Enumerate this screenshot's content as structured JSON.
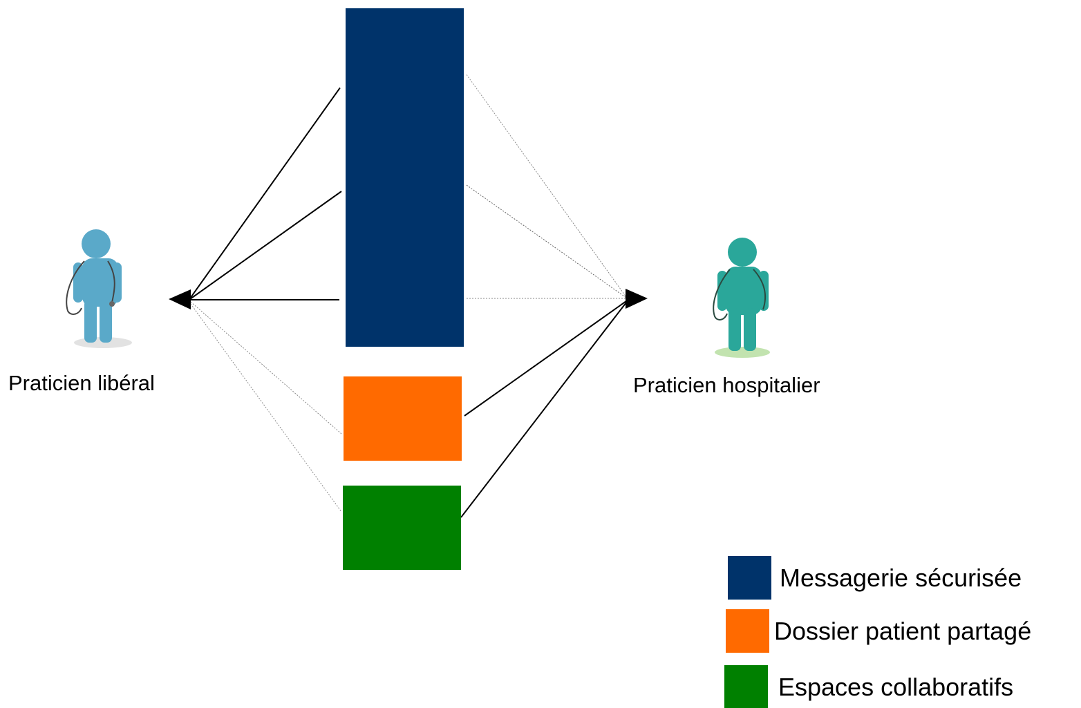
{
  "colors": {
    "messagerie": "#00336a",
    "dossier": "#ff6a00",
    "espaces": "#008000",
    "person_liberal": "#5aa9c9",
    "person_hospitalier": "#2aa79a"
  },
  "actors": {
    "liberal": {
      "label": "Praticien libéral",
      "icon": "doctor-icon"
    },
    "hospitalier": {
      "label": "Praticien hospitalier",
      "icon": "doctor-icon"
    }
  },
  "legend": [
    {
      "label": "Messagerie sécurisée",
      "color": "#00336a"
    },
    {
      "label": "Dossier patient partagé",
      "color": "#ff6a00"
    },
    {
      "label": "Espaces collaboratifs",
      "color": "#008000"
    }
  ]
}
